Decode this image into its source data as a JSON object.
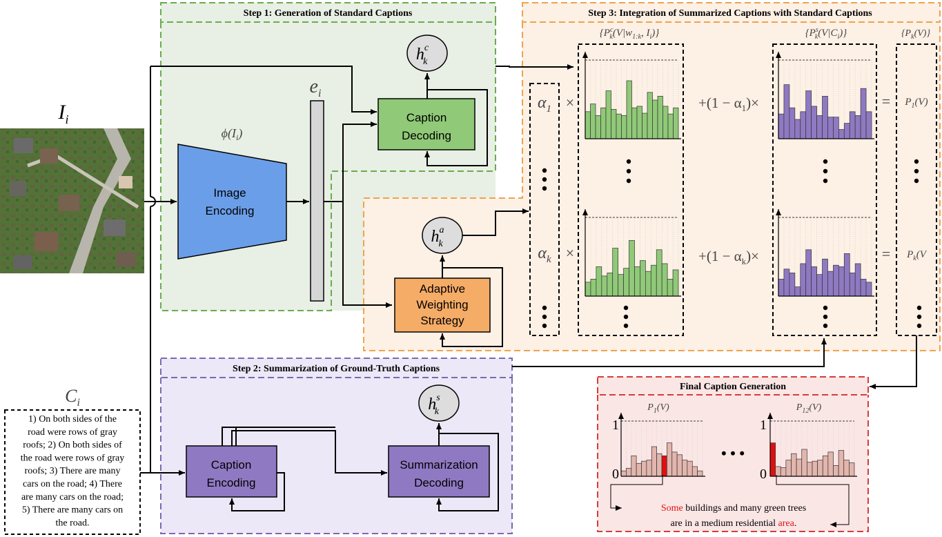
{
  "inputs": {
    "image_symbol": "I",
    "image_sub": "i",
    "caption_symbol": "C",
    "caption_sub": "i",
    "gt_captions": [
      "1) On both sides of the",
      "road were rows of gray",
      "roofs; 2) On both sides of",
      "the road were rows of gray",
      "roofs; 3) There are many",
      "cars on the road; 4) There",
      "are many cars on the road;",
      "5) There are many cars on",
      "the road."
    ]
  },
  "step1": {
    "title": "Step 1: Generation of Standard Captions",
    "phi": "ϕ(I",
    "phi_sub": "i",
    "phi_close": ")",
    "e_symbol": "e",
    "e_sub": "i",
    "encoder_line1": "Image",
    "encoder_line2": "Encoding",
    "decoder_line1": "Caption",
    "decoder_line2": "Decoding",
    "hidden": "h",
    "hidden_sup": "c",
    "hidden_sub": "k"
  },
  "adaptive": {
    "line1": "Adaptive",
    "line2": "Weighting",
    "line3": "Strategy",
    "hidden": "h",
    "hidden_sup": "a",
    "hidden_sub": "k"
  },
  "step2": {
    "title": "Step 2: Summarization of Ground-Truth Captions",
    "encoder_line1": "Caption",
    "encoder_line2": "Encoding",
    "decoder_line1": "Summarization",
    "decoder_line2": "Decoding",
    "hidden": "h",
    "hidden_sup": "s",
    "hidden_sub": "k"
  },
  "step3": {
    "title": "Step 3: Integration of Summarized Captions with Standard Captions",
    "set_standard": "{P",
    "set_standard_sup": "c",
    "set_standard_sub": "k",
    "set_standard_rest": "(V|w",
    "set_standard_rest_sub": "1:k",
    "set_standard_tail": ", I",
    "set_standard_tail_sub": "i",
    "set_standard_close": ")}",
    "set_summary": "{P",
    "set_summary_sup": "s",
    "set_summary_sub": "k",
    "set_summary_rest": "(V|C",
    "set_summary_rest_sub": "i",
    "set_summary_close": ")}",
    "set_result": "{P",
    "set_result_sub": "k",
    "set_result_rest": "(V)}",
    "alpha": "α",
    "alpha_1_sub": "1",
    "alpha_k_sub": "k",
    "times": "×",
    "plus_row1": "+(1 − α",
    "plus_row1_sub": "1",
    "plus_row1_close": ")×",
    "plus_rowk": "+(1 − α",
    "plus_rowk_sub": "k",
    "plus_rowk_close": ")×",
    "eq": "=",
    "p1": "P",
    "p1_sub": "1",
    "p1_rest": "(V)",
    "pk": "P",
    "pk_sub": "k",
    "pk_rest": "(V"
  },
  "final": {
    "title": "Final Caption Generation",
    "left_label": "P",
    "left_label_sub": "1",
    "left_label_rest": "(V)",
    "right_label": "P",
    "right_label_sub": "12",
    "right_label_rest": "(V)",
    "tick_one": "1",
    "tick_zero": "0",
    "ellipsis": "• • •",
    "caption_red1": "Some",
    "caption_part1": " buildings and many green trees",
    "caption_part2": "are in a medium residential ",
    "caption_red2": "area",
    "caption_end": "."
  },
  "colors": {
    "green_fill": "#90c978",
    "green_box_bg": "#e8efe4",
    "green_dash": "#6aab4f",
    "orange_fill": "#f5ac67",
    "orange_box_bg": "#fdf0e5",
    "orange_dash": "#eea34d",
    "purple_fill": "#8f79c2",
    "purple_box_bg": "#ece8f7",
    "purple_dash": "#7b68b0",
    "blue_fill": "#6b9ee8",
    "red_dash": "#d63a3a",
    "red_box_bg": "#fbe6e6",
    "pink_bar": "#e2b5ad",
    "highlight_red": "#e01010",
    "grey_node": "#dddddd",
    "text_red": "#e01010"
  },
  "chart_data": {
    "type": "bar",
    "series": [
      {
        "values": [
          0.35,
          0.45,
          0.3,
          0.4,
          0.62,
          0.38,
          0.32,
          0.3,
          0.75,
          0.4,
          0.42,
          0.33,
          0.6,
          0.5,
          0.55,
          0.42,
          0.32,
          0.4
        ]
      },
      {
        "values": [
          0.18,
          0.22,
          0.38,
          0.26,
          0.3,
          0.62,
          0.28,
          0.36,
          0.72,
          0.38,
          0.46,
          0.32,
          0.4,
          0.6,
          0.42,
          0.22,
          0.34
        ]
      },
      {
        "values": [
          0.32,
          0.7,
          0.4,
          0.25,
          0.35,
          0.62,
          0.42,
          0.3,
          0.55,
          0.28,
          0.28,
          0.12,
          0.2,
          0.35,
          0.3,
          0.65,
          0.35
        ]
      },
      {
        "values": [
          0.22,
          0.35,
          0.3,
          0.12,
          0.42,
          0.6,
          0.38,
          0.28,
          0.48,
          0.32,
          0.4,
          0.38,
          0.55,
          0.3,
          0.42,
          0.22,
          0.18
        ]
      },
      {
        "values": [
          0.1,
          0.15,
          0.38,
          0.24,
          0.28,
          0.3,
          0.55,
          0.42,
          0.38,
          0.62,
          0.45,
          0.4,
          0.3,
          0.28,
          0.18,
          0.1
        ]
      },
      {
        "values": [
          0.62,
          0.18,
          0.16,
          0.3,
          0.42,
          0.32,
          0.5,
          0.26,
          0.28,
          0.3,
          0.38,
          0.45,
          0.2,
          0.48,
          0.3,
          0.25
        ]
      }
    ]
  }
}
